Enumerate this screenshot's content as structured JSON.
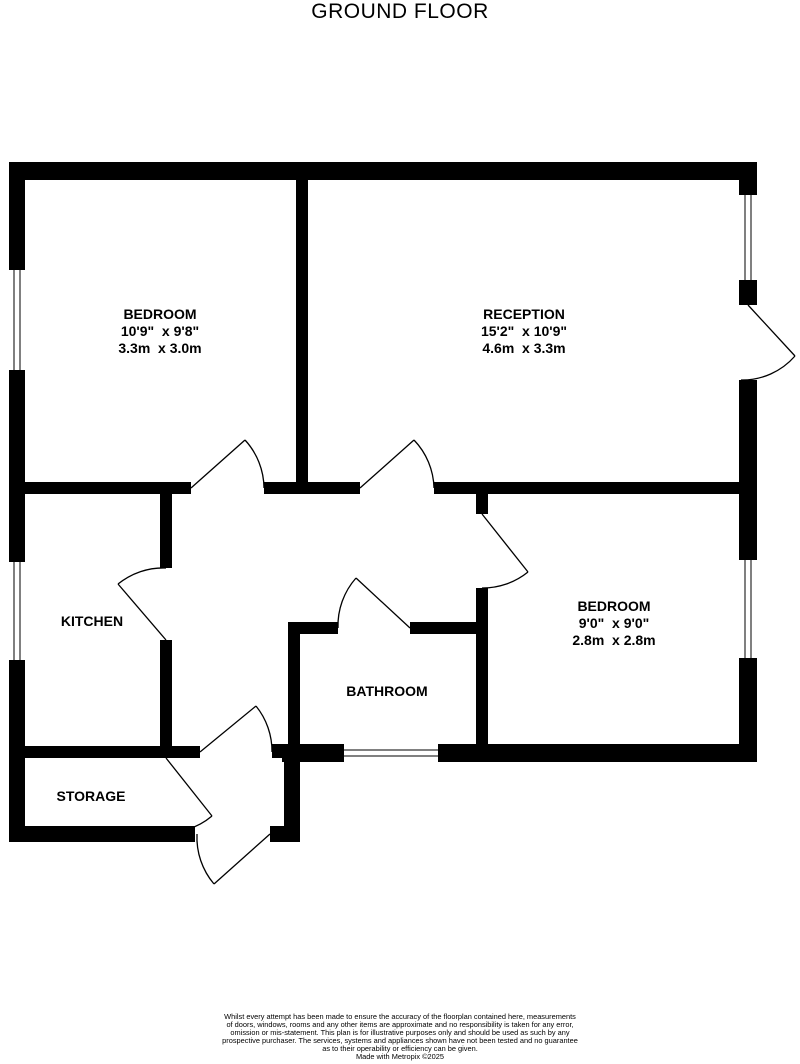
{
  "title": "GROUND FLOOR",
  "rooms": {
    "bedroom1": {
      "name": "BEDROOM",
      "imperial": "10'9\"  x 9'8\"",
      "metric": "3.3m  x 3.0m"
    },
    "reception": {
      "name": "RECEPTION",
      "imperial": "15'2\"  x 10'9\"",
      "metric": "4.6m  x 3.3m"
    },
    "bedroom2": {
      "name": "BEDROOM",
      "imperial": "9'0\"  x 9'0\"",
      "metric": "2.8m  x 2.8m"
    },
    "kitchen": {
      "name": "KITCHEN"
    },
    "bathroom": {
      "name": "BATHROOM"
    },
    "storage": {
      "name": "STORAGE"
    }
  },
  "disclaimer": {
    "lines": [
      "Whilst every attempt has been made to ensure the accuracy of the floorplan contained here, measurements",
      "of doors, windows, rooms and any other items are approximate and no responsibility is taken for any error,",
      "omission or mis-statement. This plan is for illustrative purposes only and should be used as such by any",
      "prospective purchaser. The services, systems and appliances shown have not been tested and no guarantee",
      "as to their operability or efficiency can be given."
    ],
    "credit": "Made with Metropix ©2025"
  }
}
